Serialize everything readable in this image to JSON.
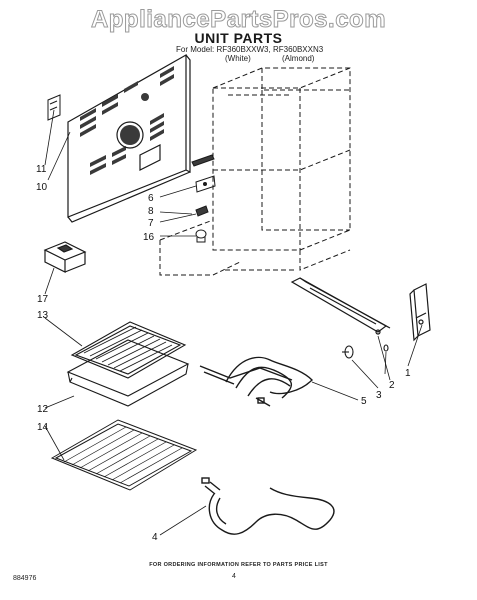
{
  "watermark": "AppliancePartsPros.com",
  "title": "UNIT PARTS",
  "model_line": {
    "prefix": "For Model:",
    "model_white": "RF360BXXW3,",
    "model_almond": "RF360BXXN3"
  },
  "variants": {
    "white": "(White)",
    "almond": "(Almond)"
  },
  "callouts": [
    {
      "id": "c11",
      "label": "11"
    },
    {
      "id": "c10",
      "label": "10"
    },
    {
      "id": "c6",
      "label": "6"
    },
    {
      "id": "c8",
      "label": "8"
    },
    {
      "id": "c7",
      "label": "7"
    },
    {
      "id": "c16",
      "label": "16"
    },
    {
      "id": "c17",
      "label": "17"
    },
    {
      "id": "c13",
      "label": "13"
    },
    {
      "id": "c12",
      "label": "12"
    },
    {
      "id": "c14",
      "label": "14"
    },
    {
      "id": "c4",
      "label": "4"
    },
    {
      "id": "c5",
      "label": "5"
    },
    {
      "id": "c3",
      "label": "3"
    },
    {
      "id": "c2",
      "label": "2"
    },
    {
      "id": "c1",
      "label": "1"
    }
  ],
  "footer": {
    "note": "FOR ORDERING INFORMATION REFER TO PARTS PRICE LIST",
    "page_number": "4",
    "drawing_code": "884976"
  },
  "colors": {
    "ink": "#1a1a1a",
    "watermark_outline": "#9a9a9a",
    "shade": "#3a3a3a"
  }
}
